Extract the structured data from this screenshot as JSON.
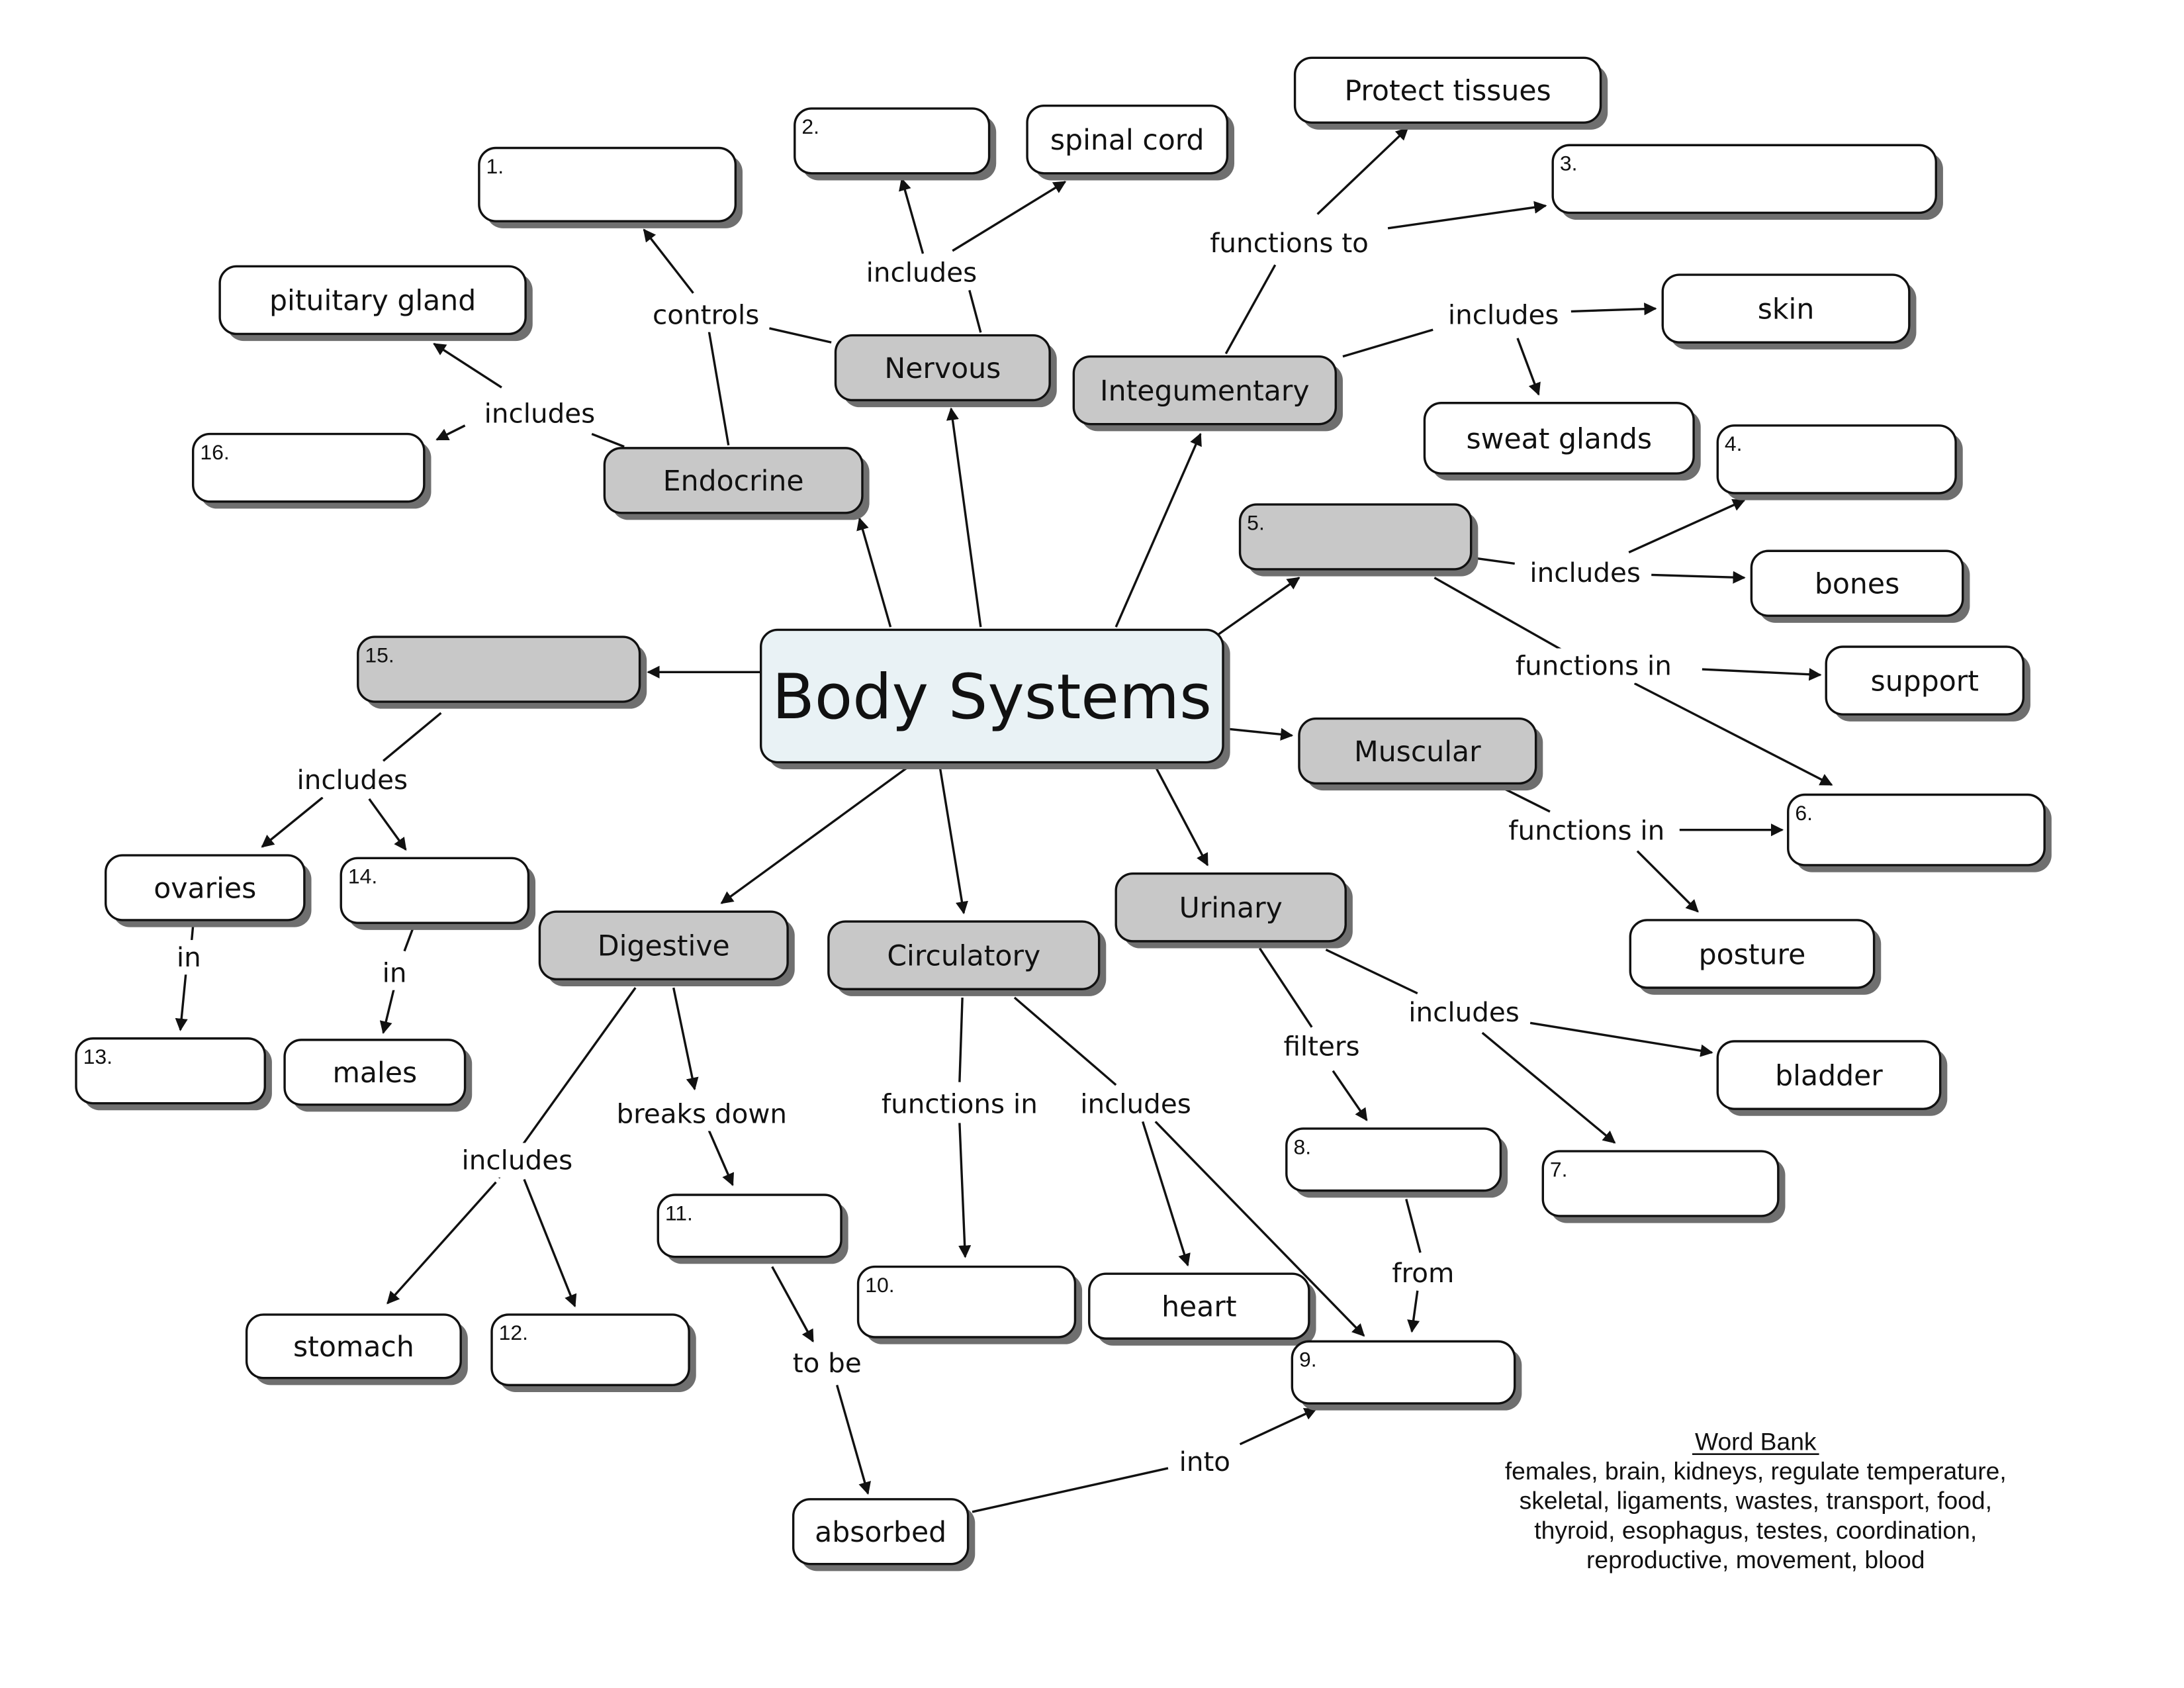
{
  "title": "Body Systems",
  "colors": {
    "system_fill": "#c8c8c8",
    "center_fill": "#e9f2f5",
    "blank_fill": "#ffffff",
    "line": "#111111"
  },
  "nodes": {
    "center": "Body Systems",
    "nervous": "Nervous",
    "endocrine": "Endocrine",
    "integumentary": "Integumentary",
    "muscular": "Muscular",
    "urinary": "Urinary",
    "circulatory": "Circulatory",
    "digestive": "Digestive",
    "spinal_cord": "spinal cord",
    "pituitary": "pituitary gland",
    "protect": "Protect tissues",
    "skin": "skin",
    "sweat": "sweat glands",
    "bones": "bones",
    "support": "support",
    "posture": "posture",
    "bladder": "bladder",
    "heart": "heart",
    "stomach": "stomach",
    "absorbed": "absorbed",
    "ovaries": "ovaries",
    "males": "males"
  },
  "blanks": {
    "b1": "1.",
    "b2": "2.",
    "b3": "3.",
    "b4": "4.",
    "b5": "5.",
    "b6": "6.",
    "b7": "7.",
    "b8": "8.",
    "b9": "9.",
    "b10": "10.",
    "b11": "11.",
    "b12": "12.",
    "b13": "13.",
    "b14": "14.",
    "b15": "15.",
    "b16": "16."
  },
  "links": {
    "controls": "controls",
    "nerv_includes": "includes",
    "endo_includes": "includes",
    "integ_functions": "functions to",
    "integ_includes": "includes",
    "skel_includes": "includes",
    "skel_functions": "functions in",
    "musc_functions": "functions in",
    "urin_filters": "filters",
    "urin_includes": "includes",
    "from": "from",
    "circ_functions": "functions in",
    "circ_includes": "includes",
    "dig_includes": "includes",
    "breaks_down": "breaks down",
    "to_be": "to be",
    "into": "into",
    "repro_includes": "includes",
    "in1": "in",
    "in2": "in"
  },
  "word_bank": {
    "title": "Word Bank",
    "lines": [
      "females, brain, kidneys, regulate temperature,",
      "skeletal, ligaments, wastes, transport, food,",
      "thyroid, esophagus, testes, coordination,",
      "reproductive, movement, blood"
    ]
  }
}
